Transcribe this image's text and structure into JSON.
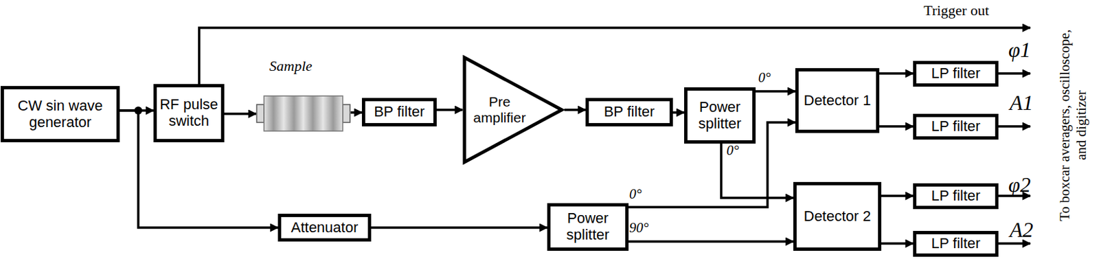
{
  "diagram": {
    "nodes": [
      {
        "text": [
          "CW sin wave generator"
        ]
      },
      {
        "text": [
          "RF pulse switch"
        ]
      },
      {
        "text": [
          "Sample"
        ]
      },
      {
        "text": [
          "BP filter"
        ]
      },
      {
        "text": [
          "Pre amplifier"
        ]
      },
      {
        "text": [
          "BP filter"
        ]
      },
      {
        "text": [
          "Power splitter"
        ]
      },
      {
        "text": [
          "Detector 1"
        ]
      },
      {
        "text": [
          "LP filter"
        ]
      },
      {
        "text": [
          "LP filter"
        ]
      },
      {
        "text": [
          "Attenuator"
        ]
      },
      {
        "text": [
          "Power splitter"
        ]
      },
      {
        "text": [
          "Detector 2"
        ]
      },
      {
        "text": [
          "LP filter"
        ]
      },
      {
        "text": [
          "LP filter"
        ]
      }
    ],
    "edges": [
      {
        "from": 0,
        "to": 1,
        "arrow": "to"
      },
      {
        "from": 1,
        "to": 2,
        "arrow": "to"
      },
      {
        "from": 2,
        "to": 3,
        "arrow": "to"
      },
      {
        "from": 3,
        "to": 4,
        "arrow": "to"
      },
      {
        "from": 4,
        "to": 5,
        "arrow": "to"
      },
      {
        "from": 5,
        "to": 6,
        "arrow": "to"
      },
      {
        "from": 6,
        "to": 7,
        "arrow": "to"
      },
      {
        "from": 6,
        "to": 12,
        "arrow": "to"
      },
      {
        "from": 0,
        "to": 10,
        "arrow": "to"
      },
      {
        "from": 10,
        "to": 11,
        "arrow": "to"
      },
      {
        "from": 11,
        "to": 7,
        "arrow": "to"
      },
      {
        "from": 11,
        "to": 12,
        "arrow": "to"
      },
      {
        "from": 7,
        "to": 8,
        "arrow": "to"
      },
      {
        "from": 7,
        "to": 9,
        "arrow": "to"
      },
      {
        "from": 12,
        "to": 13,
        "arrow": "to"
      },
      {
        "from": 12,
        "to": 14,
        "arrow": "to"
      }
    ],
    "labels": [
      "Trigger out",
      "φ1",
      "0°",
      "A1",
      "0°",
      "φ2",
      "0°",
      "A2",
      "90°",
      "To boxcar averagers, oscilloscope, and digitizer"
    ]
  }
}
